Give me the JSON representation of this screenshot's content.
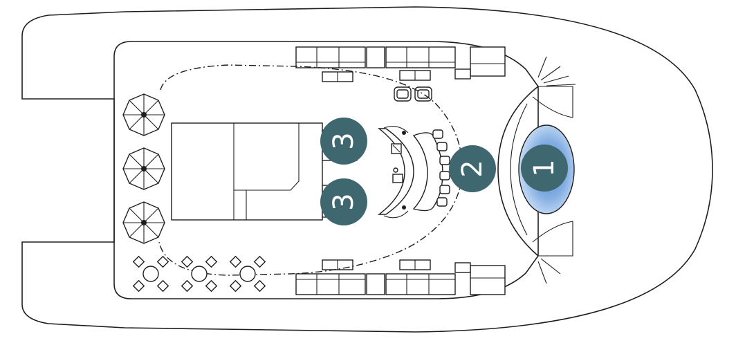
{
  "markers": [
    {
      "id": "marker-1",
      "label": "1"
    },
    {
      "id": "marker-2",
      "label": "2"
    },
    {
      "id": "marker-3-upper",
      "label": "3"
    },
    {
      "id": "marker-3-lower",
      "label": "3"
    }
  ],
  "colors": {
    "marker": "#3e6770",
    "pool_light": "#d6e6f7",
    "pool_dark": "#5b8fd1",
    "line": "#1e1e1e"
  },
  "icons": [
    "umbrella-icon",
    "table-chairs-icon",
    "sunbed-icon",
    "stool-icon",
    "armchair-icon"
  ]
}
